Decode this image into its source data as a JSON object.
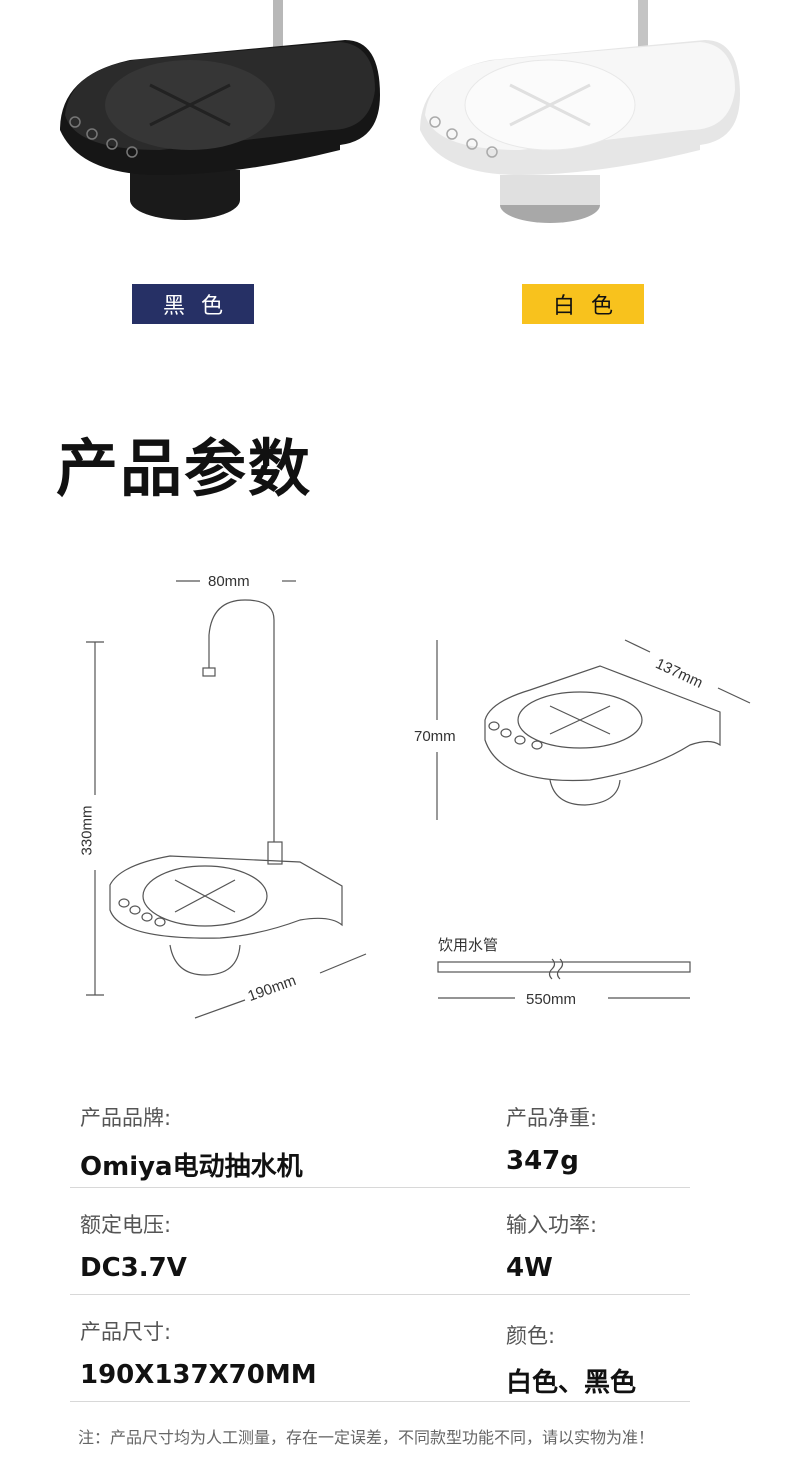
{
  "colors": {
    "black_badge": "#263065",
    "white_badge": "#f8c21d"
  },
  "variants": {
    "black_label": "黑色",
    "white_label": "白色"
  },
  "section_title": "产品参数",
  "dimensions": {
    "width_top": "80mm",
    "height": "330mm",
    "base_width": "190mm",
    "depth": "137mm",
    "base_height": "70mm",
    "tube_label": "饮用水管",
    "tube_length": "550mm"
  },
  "specs": [
    {
      "left_key": "产品品牌:",
      "left_value": "Omiya电动抽水机",
      "right_key": "产品净重:",
      "right_value": "347g"
    },
    {
      "left_key": "额定电压:",
      "left_value": "DC3.7V",
      "right_key": "输入功率:",
      "right_value": "4W"
    },
    {
      "left_key": "产品尺寸:",
      "left_value": "190X137X70MM",
      "right_key": "颜色:",
      "right_value": "白色、黑色"
    }
  ],
  "footnote": "注：产品尺寸均为人工测量，存在一定误差，不同款型功能不同，请以实物为准！"
}
